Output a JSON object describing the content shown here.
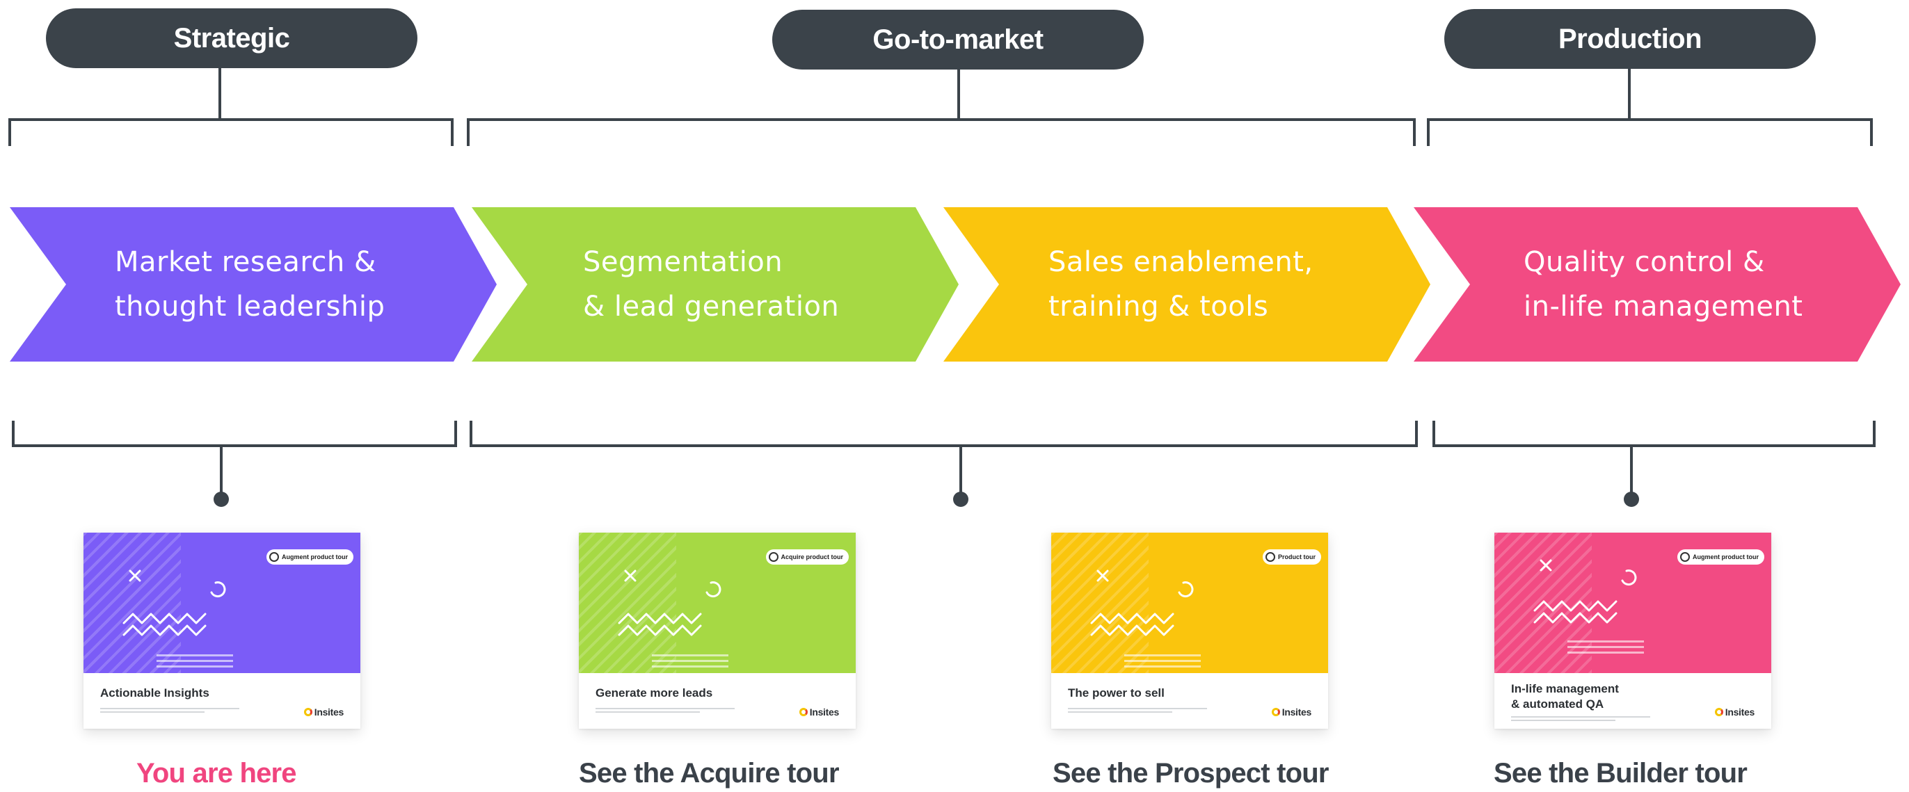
{
  "phases": [
    {
      "label": "Strategic"
    },
    {
      "label": "Go-to-market"
    },
    {
      "label": "Production"
    }
  ],
  "stages": [
    {
      "line1": "Market research &",
      "line2": "thought leadership",
      "color": "#7b5cf7"
    },
    {
      "line1": "Segmentation",
      "line2": "& lead generation",
      "color": "#a6d944"
    },
    {
      "line1": "Sales enablement,",
      "line2": "training & tools",
      "color": "#fac50d"
    },
    {
      "line1": "Quality control &",
      "line2": "in-life management",
      "color": "#f24b83"
    }
  ],
  "cards": [
    {
      "tag": "Augment product tour",
      "title": "Actionable Insights",
      "logo": "Insites",
      "color": "#7b5cf7"
    },
    {
      "tag": "Acquire product tour",
      "title": "Generate more leads",
      "logo": "Insites",
      "color": "#a6d944"
    },
    {
      "tag": "Product tour",
      "title": "The power to sell",
      "logo": "Insites",
      "color": "#fac50d"
    },
    {
      "tag": "Augment product tour",
      "title": "In-life management\n& automated QA",
      "logo": "Insites",
      "color": "#f24b83"
    }
  ],
  "captions": [
    {
      "text": "You are here",
      "color": "#f0457f"
    },
    {
      "text": "See the Acquire tour"
    },
    {
      "text": "See the Prospect tour"
    },
    {
      "text": "See the Builder tour"
    }
  ],
  "colors": {
    "connector": "#3b434a",
    "pill": "#3b434a"
  }
}
